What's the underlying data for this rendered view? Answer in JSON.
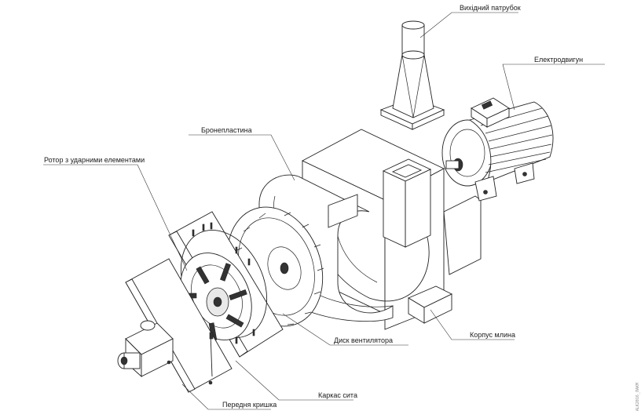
{
  "labels": {
    "outlet_pipe": "Вихідний патрубок",
    "motor": "Електродвигун",
    "armor_plate": "Бронепластина",
    "rotor": "Ротор з ударними елементами",
    "fan_disc": "Диск вентилятора",
    "mill_body": "Корпус млина",
    "sieve_frame": "Каркас сита",
    "front_cover": "Передня кришка"
  },
  "side_tag": "ALK2016_ЛАКМ"
}
